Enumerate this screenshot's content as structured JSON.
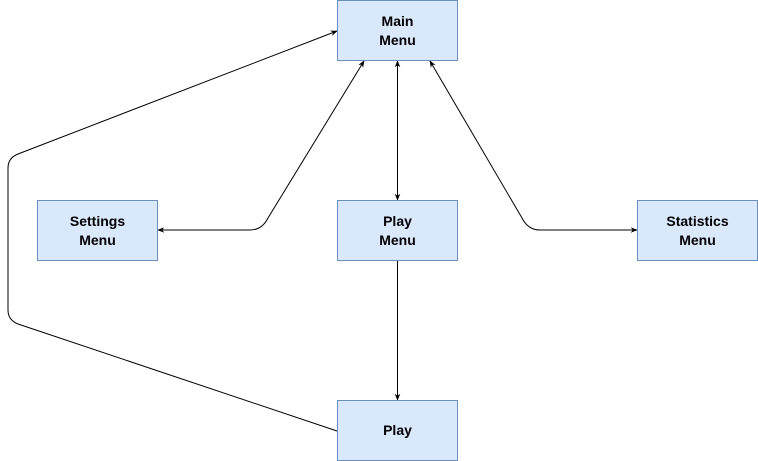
{
  "colors": {
    "node_fill": "#dae8fc",
    "node_border": "#6c8ebf",
    "edge": "#000000"
  },
  "nodes": {
    "main_menu": "Main\nMenu",
    "settings_menu": "Settings\nMenu",
    "play_menu": "Play\nMenu",
    "statistics_menu": "Statistics\nMenu",
    "play": "Play"
  },
  "edges": [
    {
      "from": "main_menu",
      "to": "settings_menu",
      "direction": "both"
    },
    {
      "from": "main_menu",
      "to": "play_menu",
      "direction": "both"
    },
    {
      "from": "main_menu",
      "to": "statistics_menu",
      "direction": "both"
    },
    {
      "from": "play_menu",
      "to": "play",
      "direction": "forward"
    },
    {
      "from": "play",
      "to": "main_menu",
      "direction": "forward"
    }
  ]
}
